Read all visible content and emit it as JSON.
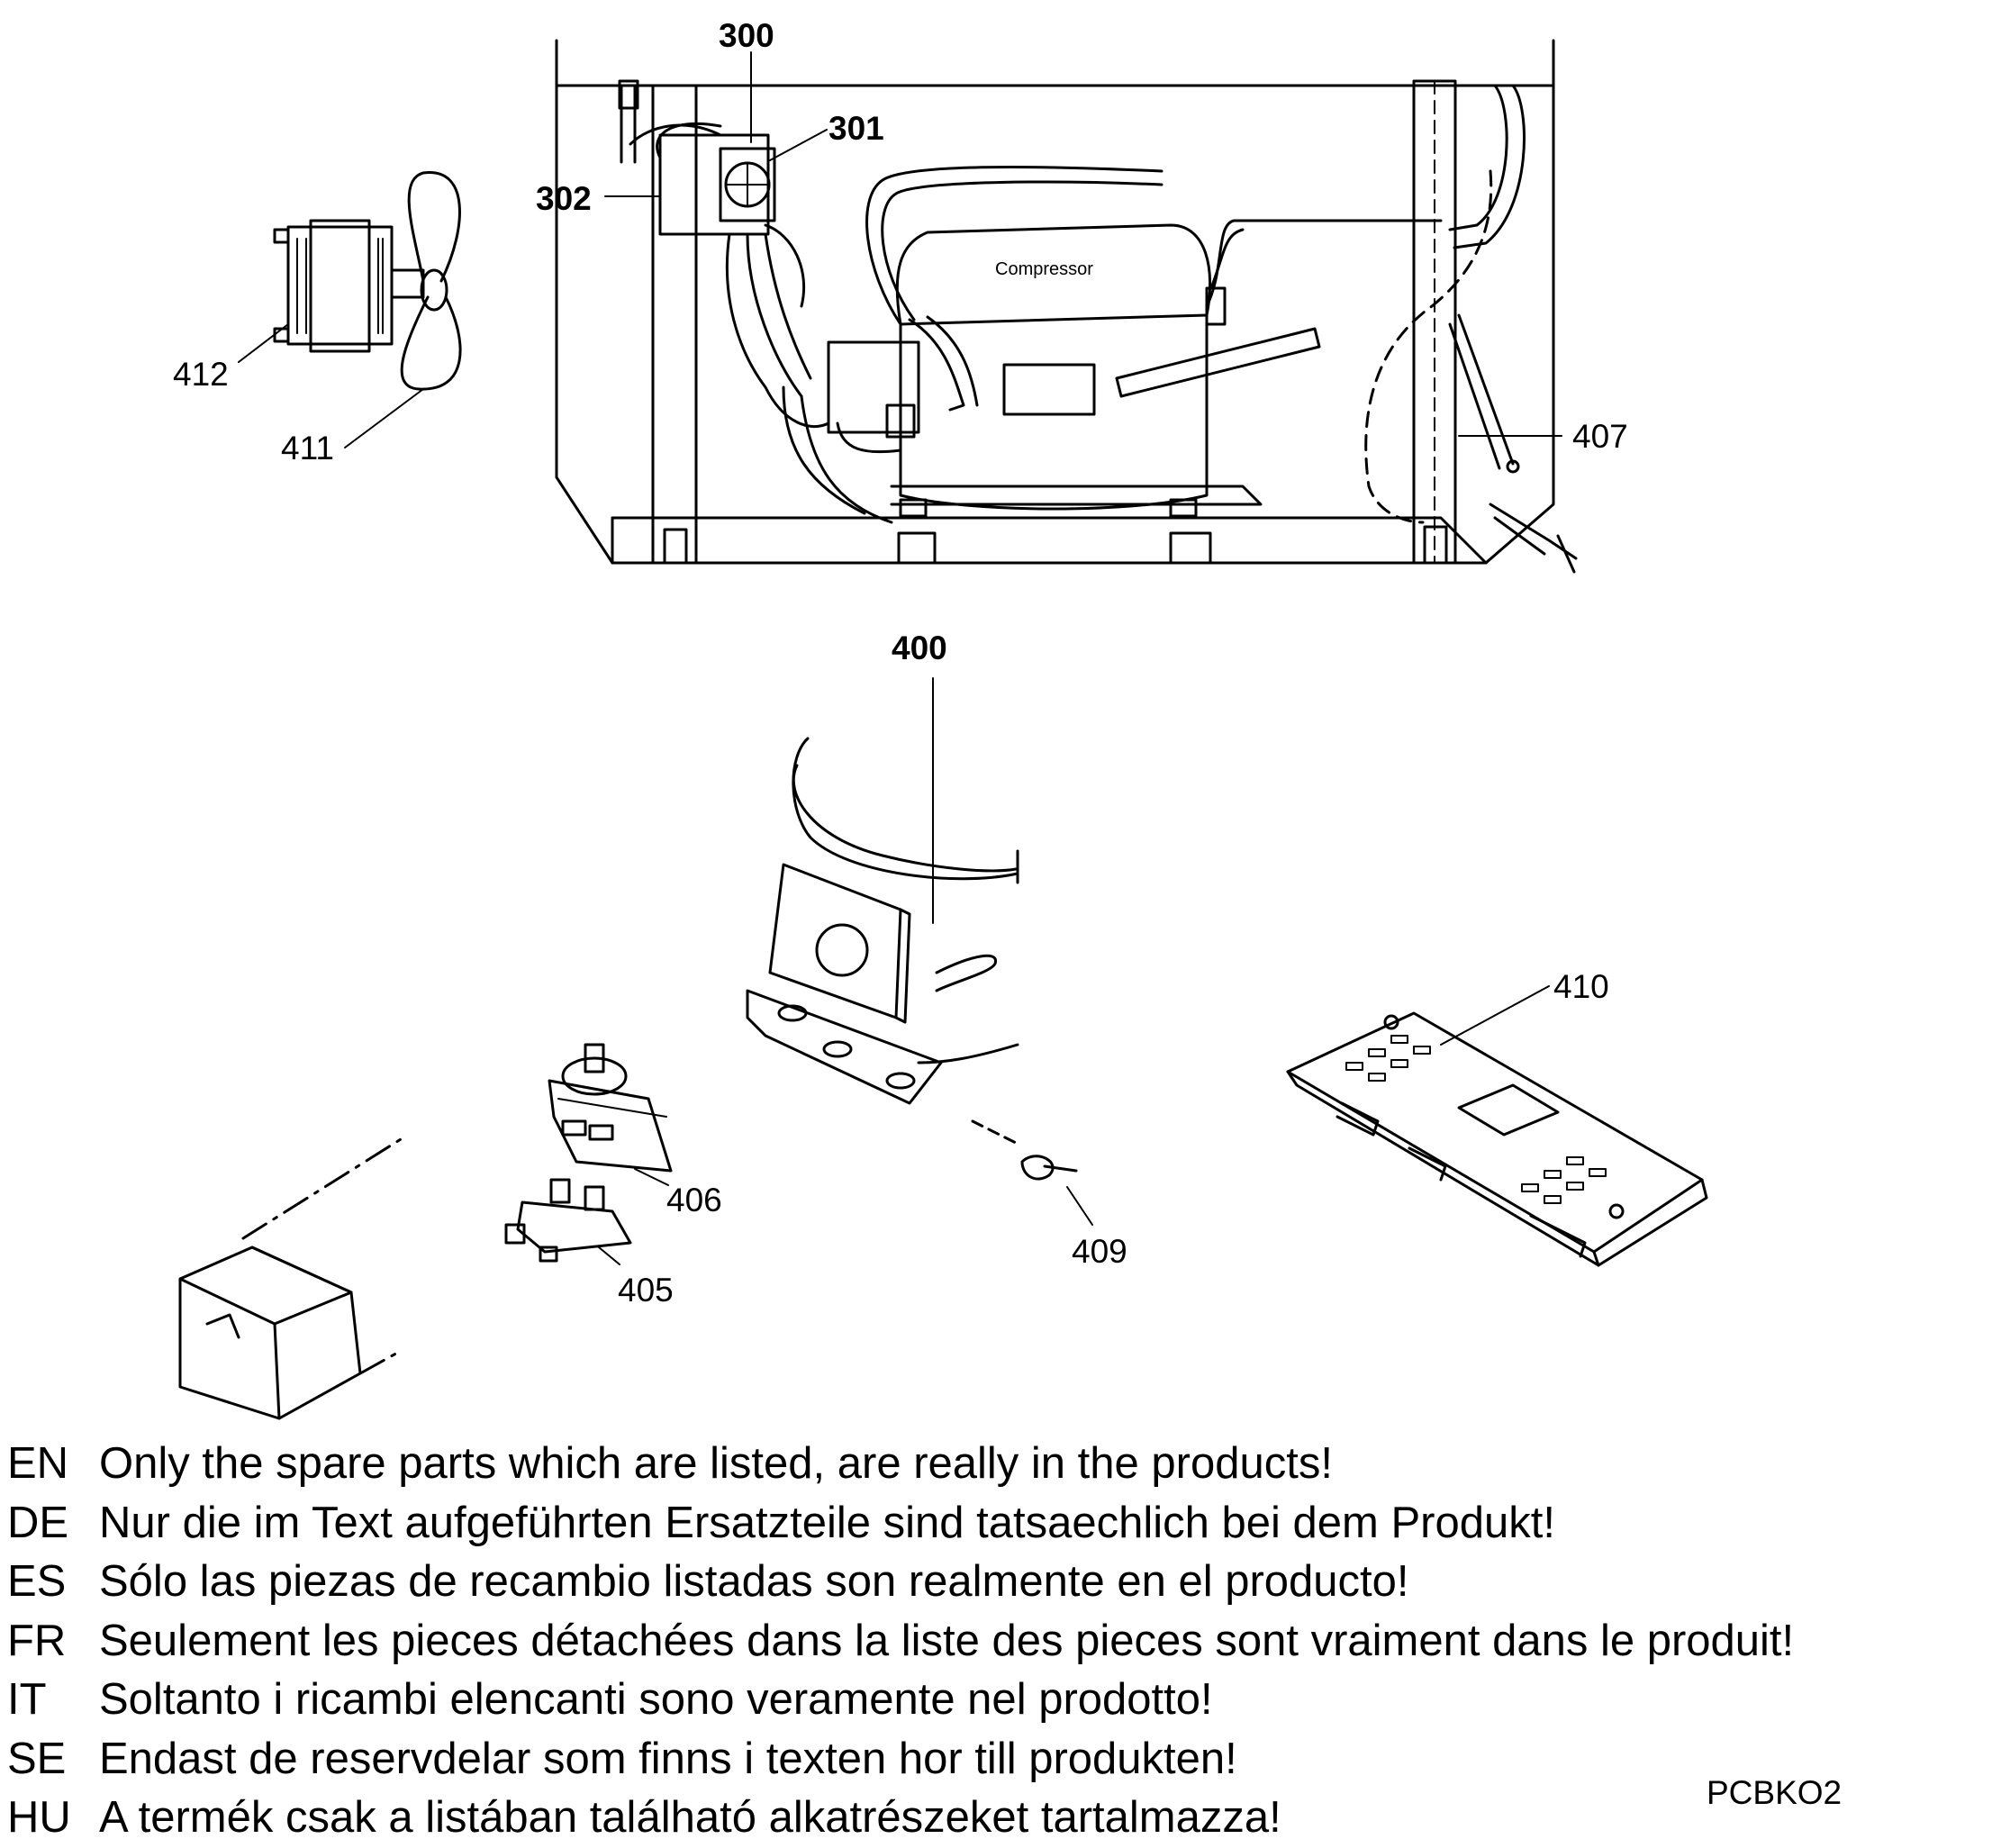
{
  "diagram": {
    "compressor_label": "Compressor",
    "callouts": {
      "c300": "300",
      "c301": "301",
      "c302": "302",
      "c400": "400",
      "c405": "405",
      "c406": "406",
      "c407": "407",
      "c409": "409",
      "c410": "410",
      "c411": "411",
      "c412": "412"
    }
  },
  "notes": [
    {
      "code": "EN",
      "text": "Only the spare parts which are listed, are really in the products!"
    },
    {
      "code": "DE",
      "text": "Nur die im Text aufgeführten Ersatzteile sind tatsaechlich bei dem Produkt!"
    },
    {
      "code": "ES",
      "text": "Sólo las piezas de recambio  listadas son realmente en el producto!"
    },
    {
      "code": "FR",
      "text": "Seulement les pieces détachées dans la liste des pieces sont vraiment dans le produit!"
    },
    {
      "code": "IT",
      "text": "Soltanto i ricambi elencanti sono veramente nel prodotto!"
    },
    {
      "code": "SE",
      "text": "Endast de reservdelar som finns i texten hor till produkten!"
    },
    {
      "code": "HU",
      "text": "A termék csak a listában található alkatrészeket tartalmazza!"
    }
  ],
  "drawing_code": "PCBKO2"
}
